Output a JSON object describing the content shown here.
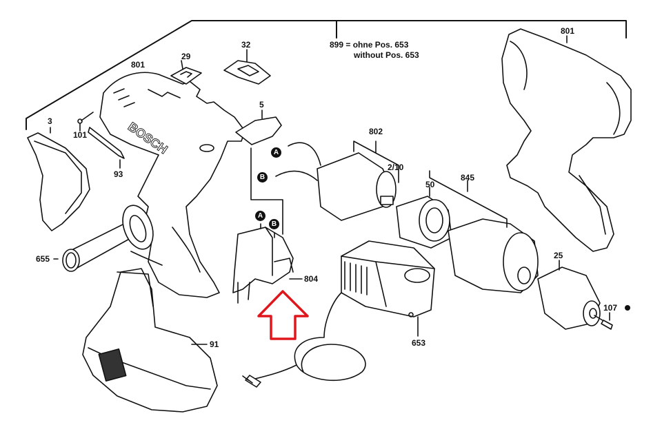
{
  "title": "Exploded parts diagram — cordless drill",
  "brand_text": "BOSCH",
  "note": {
    "line1": "899 = ohne Pos. 653",
    "line2": "without Pos. 653"
  },
  "labels": {
    "p801_left": "801",
    "p801_right": "801",
    "p29": "29",
    "p32": "32",
    "p3": "3",
    "p101": "101",
    "p93": "93",
    "p5": "5",
    "p802": "802",
    "p2_10": "2/10",
    "p50": "50",
    "p845": "845",
    "p655": "655",
    "p804": "804",
    "p653": "653",
    "p91": "91",
    "p25": "25",
    "p107": "107"
  },
  "connectors": {
    "a_top": "A",
    "b_top": "B",
    "a_switch": "A",
    "b_switch": "B"
  },
  "highlight": {
    "target_part": "804",
    "arrow_color": "#e0161d"
  }
}
